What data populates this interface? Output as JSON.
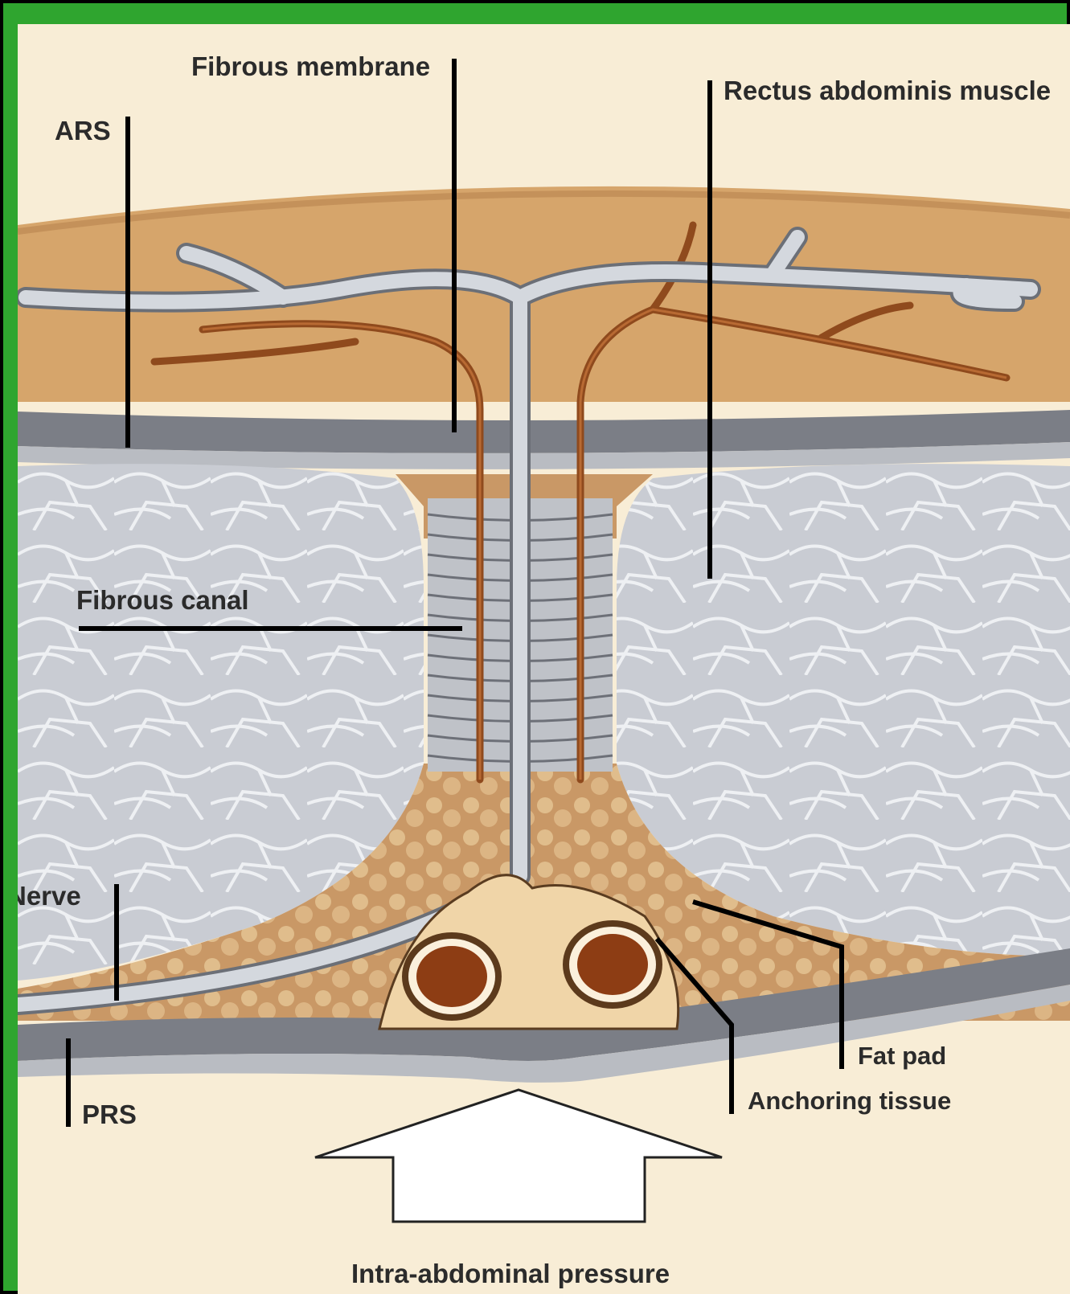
{
  "labels": {
    "fibrous_membrane": "Fibrous membrane",
    "rectus_abdominis": "Rectus abdominis muscle",
    "ars": "ARS",
    "fibrous_canal": "Fibrous canal",
    "nerve": "Nerve",
    "prs": "PRS",
    "fat_pad": "Fat pad",
    "anchoring_tissue": "Anchoring tissue",
    "intra_abdominal_pressure": "Intra-abdominal pressure"
  },
  "colors": {
    "border": "#2fa52f",
    "background": "#f8edd6",
    "subcutaneous": "#d9a86c",
    "muscle": "#c9ccd2",
    "sheath": "#7d8088",
    "vessel": "#9a4d1e",
    "nerve": "#c6cbd2"
  }
}
